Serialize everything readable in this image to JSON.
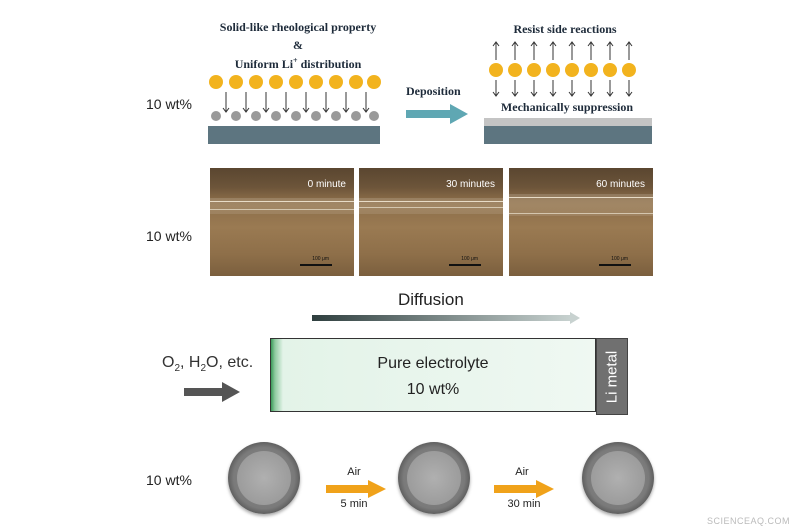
{
  "row1": {
    "side_label": "10 wt%",
    "left_line1": "Solid-like rheological property",
    "left_amp": "&",
    "left_line3_main": "Uniform Li",
    "left_line3_sup": "+",
    "left_line3_tail": " distribution",
    "arrow_label": "Deposition",
    "right_top": "Resist side reactions",
    "right_bottom": "Mechanically suppression",
    "colors": {
      "ion": "#f2b31e",
      "electrode": "#5d7580",
      "arrow": "#5fa7b3"
    }
  },
  "row2": {
    "side_label": "10 wt%",
    "panels": [
      {
        "time": "0 minute",
        "scale": "100 μm"
      },
      {
        "time": "30 minutes",
        "scale": "100 μm"
      },
      {
        "time": "60 minutes",
        "scale": "100 μm"
      }
    ]
  },
  "row3": {
    "diffusion_label": "Diffusion",
    "species_o": "O",
    "species_sub1": "2",
    "species_mid": ", H",
    "species_sub2": "2",
    "species_tail": "O, etc.",
    "box_line1": "Pure electrolyte",
    "box_line2": "10 wt%",
    "li_metal": "Li metal"
  },
  "row4": {
    "side_label": "10 wt%",
    "step1_top": "Air",
    "step1_bottom": "5 min",
    "step2_top": "Air",
    "step2_bottom": "30 min"
  },
  "watermark": "SCIENCEAQ.COM"
}
